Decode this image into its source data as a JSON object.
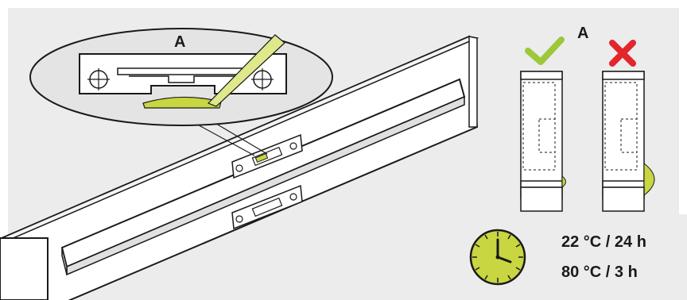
{
  "labels": {
    "detail": "A",
    "comparison": "A"
  },
  "icons": {
    "correct": "checkmark-icon",
    "incorrect": "cross-icon",
    "curing_time": "clock-icon"
  },
  "curing": {
    "line1": "22 °C / 24 h",
    "line2": "80 °C / 3 h"
  },
  "colors": {
    "adhesive": "#c8d641",
    "check": "#9cc83a",
    "cross": "#e2262b",
    "background": "#ececec",
    "clock_face": "#c8d641"
  }
}
